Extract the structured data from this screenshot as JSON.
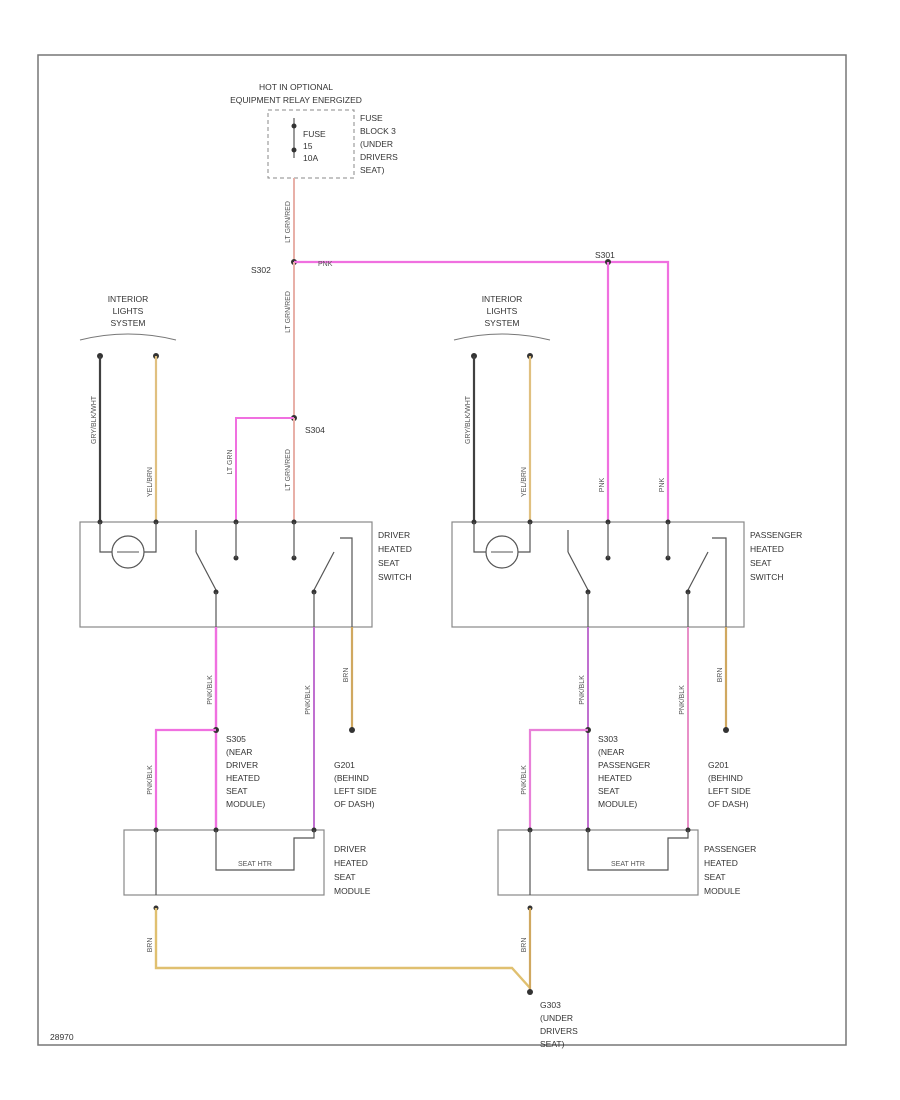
{
  "labels": {
    "hot_in_line1": "HOT IN OPTIONAL",
    "hot_in_line2": "EQUIPMENT RELAY ENERGIZED",
    "fuse_lines": [
      "FUSE",
      "15",
      "10A"
    ],
    "fuse_block_lines": [
      "FUSE",
      "BLOCK 3",
      "(UNDER",
      "DRIVERS",
      "SEAT)"
    ],
    "splice_top": "S302",
    "splice_right_top": "S301",
    "splice_mid": "S304",
    "interior_lights_left": [
      "INTERIOR",
      "LIGHTS",
      "SYSTEM"
    ],
    "interior_lights_right": [
      "INTERIOR",
      "LIGHTS",
      "SYSTEM"
    ],
    "driver_switch": [
      "DRIVER",
      "HEATED",
      "SEAT",
      "SWITCH"
    ],
    "passenger_switch": [
      "PASSENGER",
      "HEATED",
      "SEAT",
      "SWITCH"
    ],
    "splice_driver_seat": [
      "S305",
      "(NEAR",
      "DRIVER",
      "HEATED",
      "SEAT",
      "MODULE)"
    ],
    "splice_pass_seat": [
      "S303",
      "(NEAR",
      "PASSENGER",
      "HEATED",
      "SEAT",
      "MODULE)"
    ],
    "ground_left": [
      "G201",
      "(BEHIND",
      "LEFT SIDE",
      "OF DASH)"
    ],
    "ground_right": [
      "G201",
      "(BEHIND",
      "LEFT SIDE",
      "OF DASH)"
    ],
    "driver_module": [
      "DRIVER",
      "HEATED",
      "SEAT",
      "MODULE"
    ],
    "passenger_module": [
      "PASSENGER",
      "HEATED",
      "SEAT",
      "MODULE"
    ],
    "ground_bottom": [
      "G303",
      "(UNDER",
      "DRIVERS",
      "SEAT)"
    ],
    "corner_code": "28970"
  },
  "wire_labels": {
    "fuse_out": "LT GRN/RED",
    "pink_top": "PNK",
    "splice_down": "LT GRN/RED",
    "left_il_1": "GRY/BLK/WHT",
    "left_il_2": "YEL/BRN",
    "left_pink": "LT GRN",
    "left_lg": "LT GRN/RED",
    "right_il_1": "GRY/BLK/WHT",
    "right_il_2": "YEL/BRN",
    "right_pnk_1": "PNK",
    "right_pnk_2": "PNK",
    "drv_out_1": "PNK/BLK",
    "drv_out_2": "PNK/BLK",
    "drv_out_3": "BRN",
    "pass_out_1": "PNK/BLK",
    "pass_out_2": "PNK/BLK",
    "pass_out_3": "BRN",
    "drv_mod_in": "PNK/BLK",
    "pass_mod_in": "PNK/BLK",
    "drv_mod_gnd": "BRN",
    "pass_mod_gnd": "BRN",
    "heater_left": "SEAT HTR",
    "heater_right": "SEAT HTR"
  }
}
